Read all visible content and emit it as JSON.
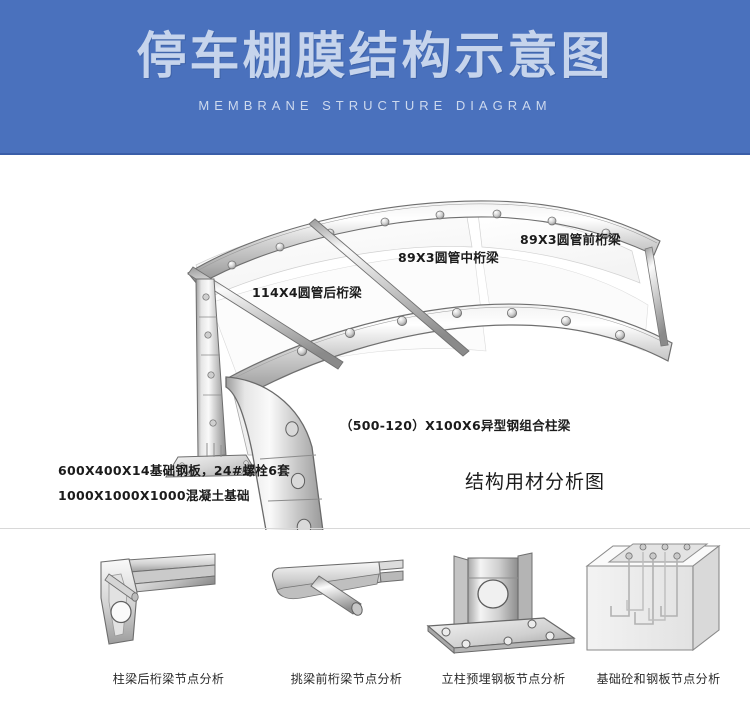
{
  "header": {
    "title": "停车棚膜结构示意图",
    "subtitle": "MEMBRANE STRUCTURE DIAGRAM",
    "bg_color": "#4a71bd",
    "title_color": "#c6d4ec"
  },
  "diagram": {
    "labels": {
      "front_truss": "89X3圆管前桁梁",
      "middle_truss": "89X3圆管中桁梁",
      "rear_truss": "114X4圆管后桁梁",
      "column_beam": "（500-120）X100X6异型钢组合柱梁",
      "foundation_plate": "600X400X14基础钢板，24#螺栓6套",
      "foundation_concrete": "1000X1000X1000混凝土基础"
    },
    "section_caption": "结构用材分析图"
  },
  "details": [
    {
      "caption": "柱梁后桁梁节点分析",
      "icon": "corner-joint-icon"
    },
    {
      "caption": "挑梁前桁梁节点分析",
      "icon": "cantilever-joint-icon"
    },
    {
      "caption": "立柱预埋钢板节点分析",
      "icon": "column-baseplate-icon"
    },
    {
      "caption": "基础砼和钢板节点分析",
      "icon": "concrete-foundation-icon"
    }
  ]
}
